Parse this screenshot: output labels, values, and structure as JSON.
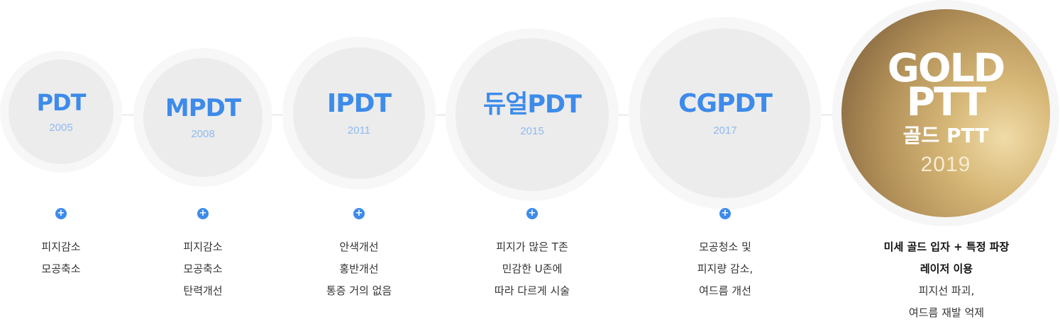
{
  "timeline": {
    "stages": [
      {
        "name": "PDT",
        "year": "2005",
        "lines": [
          "피지감소",
          "모공축소"
        ]
      },
      {
        "name": "MPDT",
        "year": "2008",
        "lines": [
          "피지감소",
          "모공축소",
          "탄력개선"
        ]
      },
      {
        "name": "IPDT",
        "year": "2011",
        "lines": [
          "안색개선",
          "홍반개선",
          "통증 거의 없음"
        ]
      },
      {
        "name": "듀얼PDT",
        "year": "2015",
        "lines": [
          "피지가 많은 T존",
          "민감한 U존에",
          "따라 다르게 시술"
        ]
      },
      {
        "name": "CGPDT",
        "year": "2017",
        "lines": [
          "모공청소 및",
          "피지량 감소,",
          "여드름 개선"
        ]
      }
    ],
    "gold": {
      "title": "GOLD\nPTT",
      "subtitle": "골드 PTT",
      "year": "2019",
      "strong_lines": [
        "미세 골드 입자 + 특정 파장",
        "레이저 이용"
      ],
      "lines": [
        "피지선 파괴,",
        "여드름 재발 억제"
      ]
    },
    "plus_symbol": "+"
  },
  "colors": {
    "accent": "#3d8bea",
    "year": "#8fb9f0",
    "disc": "#ececec",
    "gold": "#c9a66b"
  }
}
